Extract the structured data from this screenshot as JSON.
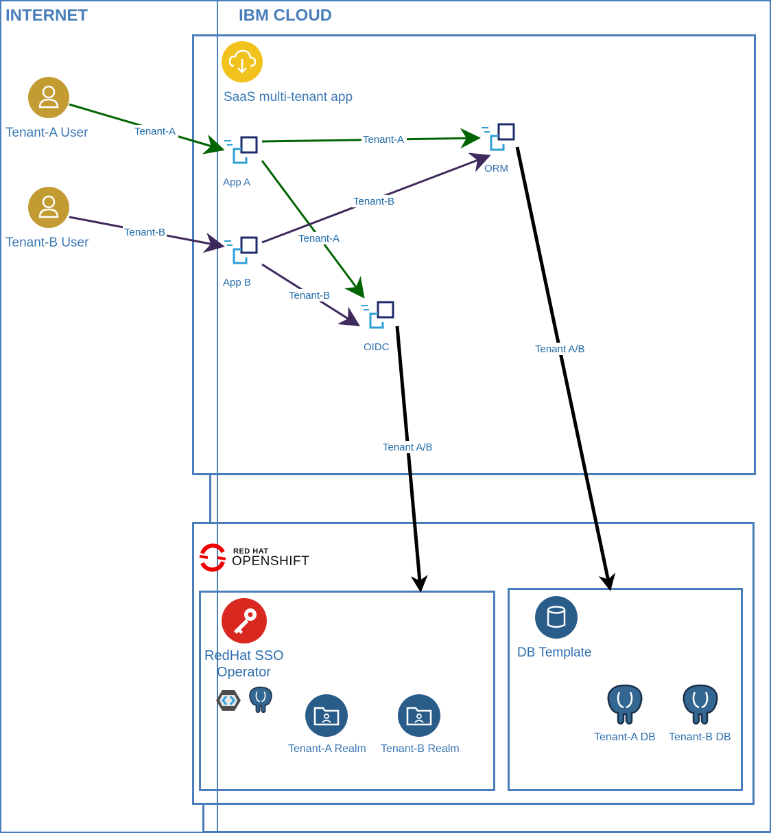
{
  "zones": {
    "internet": "INTERNET",
    "cloud": "IBM CLOUD"
  },
  "app_group": {
    "title": "SaaS multi-tenant app",
    "icon": "cloud-download-icon",
    "color": "#f1c21b"
  },
  "users": [
    {
      "label": "Tenant-A User",
      "icon": "user-icon",
      "color": "#c39b33"
    },
    {
      "label": "Tenant-B User",
      "icon": "user-icon",
      "color": "#c39b33"
    }
  ],
  "services": {
    "app_a": "App A",
    "app_b": "App B",
    "orm": "ORM",
    "oidc": "OIDC"
  },
  "edges": {
    "user_a_to_app_a": "Tenant-A",
    "user_b_to_app_b": "Tenant-B",
    "app_a_to_orm": "Tenant-A",
    "app_a_to_oidc": "Tenant-A",
    "app_b_to_orm": "Tenant-B",
    "app_b_to_oidc": "Tenant-B",
    "oidc_to_sso": "Tenant A/B",
    "orm_to_db": "Tenant A/B"
  },
  "edge_colors": {
    "tenant_a": "#006400",
    "tenant_b": "#3e2a5c",
    "shared": "#000000"
  },
  "openshift": {
    "brand_top": "RED HAT",
    "brand_bottom": "OPENSHIFT",
    "brand_color": "#ee0000"
  },
  "sso": {
    "title_line1": "RedHat SSO",
    "title_line2": "Operator",
    "icon": "key-icon",
    "realms": [
      "Tenant-A Realm",
      "Tenant-B Realm"
    ]
  },
  "db": {
    "title": "DB Template",
    "icon": "database-icon",
    "databases": [
      "Tenant-A DB",
      "Tenant-B DB"
    ]
  },
  "accent_navy": "#264d73"
}
